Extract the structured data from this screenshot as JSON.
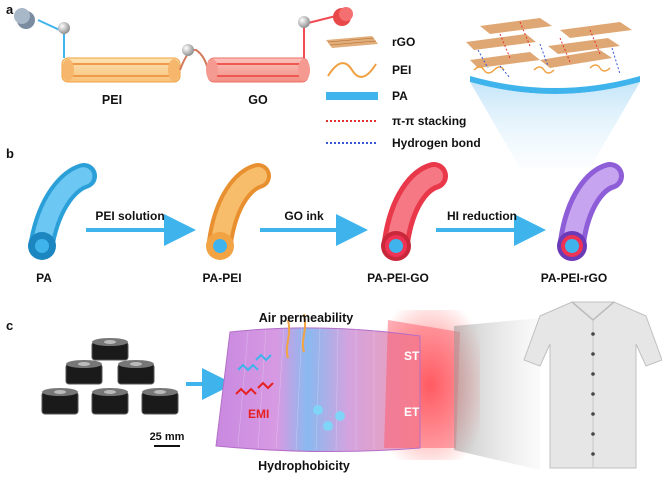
{
  "panels": {
    "a": {
      "letter": "a",
      "labels": {
        "left": "PEI",
        "right": "GO"
      },
      "legend": [
        {
          "label": "rGO",
          "color": "#c8733a"
        },
        {
          "label": "PEI",
          "color": "#f0a040"
        },
        {
          "label": "PA",
          "color": "#3fb4ec"
        },
        {
          "label": "π-π stacking",
          "color": "#e53030"
        },
        {
          "label": "Hydrogen bond",
          "color": "#3858d8"
        }
      ]
    },
    "b": {
      "letter": "b",
      "steps": [
        "PEI solution",
        "GO ink",
        "HI reduction"
      ],
      "stages": [
        "PA",
        "PA-PEI",
        "PA-PEI-GO",
        "PA-PEI-rGO"
      ],
      "colors": {
        "pa": "#3fb4ec",
        "pei": "#f2a343",
        "go": "#ef4b52",
        "rgo": "#a878e8",
        "arrow": "#3fb4ec"
      }
    },
    "c": {
      "letter": "c",
      "scale_bar": "25 mm",
      "fabric_labels": {
        "top": "Air permeability",
        "bottom": "Hydrophobicity",
        "emi": "EMI",
        "st": "ST",
        "et": "ET"
      },
      "colors": {
        "emi": "#e82020",
        "st_et": "#ff2a2a",
        "fabric_pink": "#e69bd9",
        "fabric_blue": "#7fb8ef"
      }
    }
  }
}
